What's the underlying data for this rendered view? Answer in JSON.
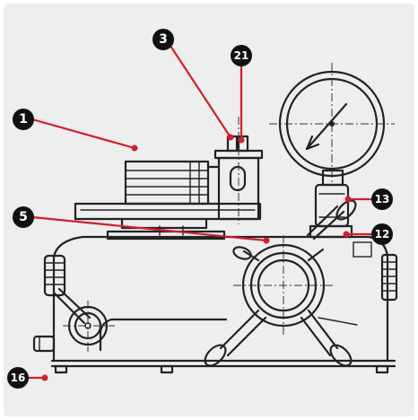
{
  "diagram": {
    "background": "#eeeeee",
    "line_color": "#222222",
    "callout_color": "#d01f2e",
    "badge_color": "#111111",
    "callouts": [
      {
        "id": "c1",
        "label": "1"
      },
      {
        "id": "c3",
        "label": "3"
      },
      {
        "id": "c21",
        "label": "21"
      },
      {
        "id": "c5",
        "label": "5"
      },
      {
        "id": "c13",
        "label": "13"
      },
      {
        "id": "c12",
        "label": "12"
      },
      {
        "id": "c16",
        "label": "16"
      }
    ]
  }
}
